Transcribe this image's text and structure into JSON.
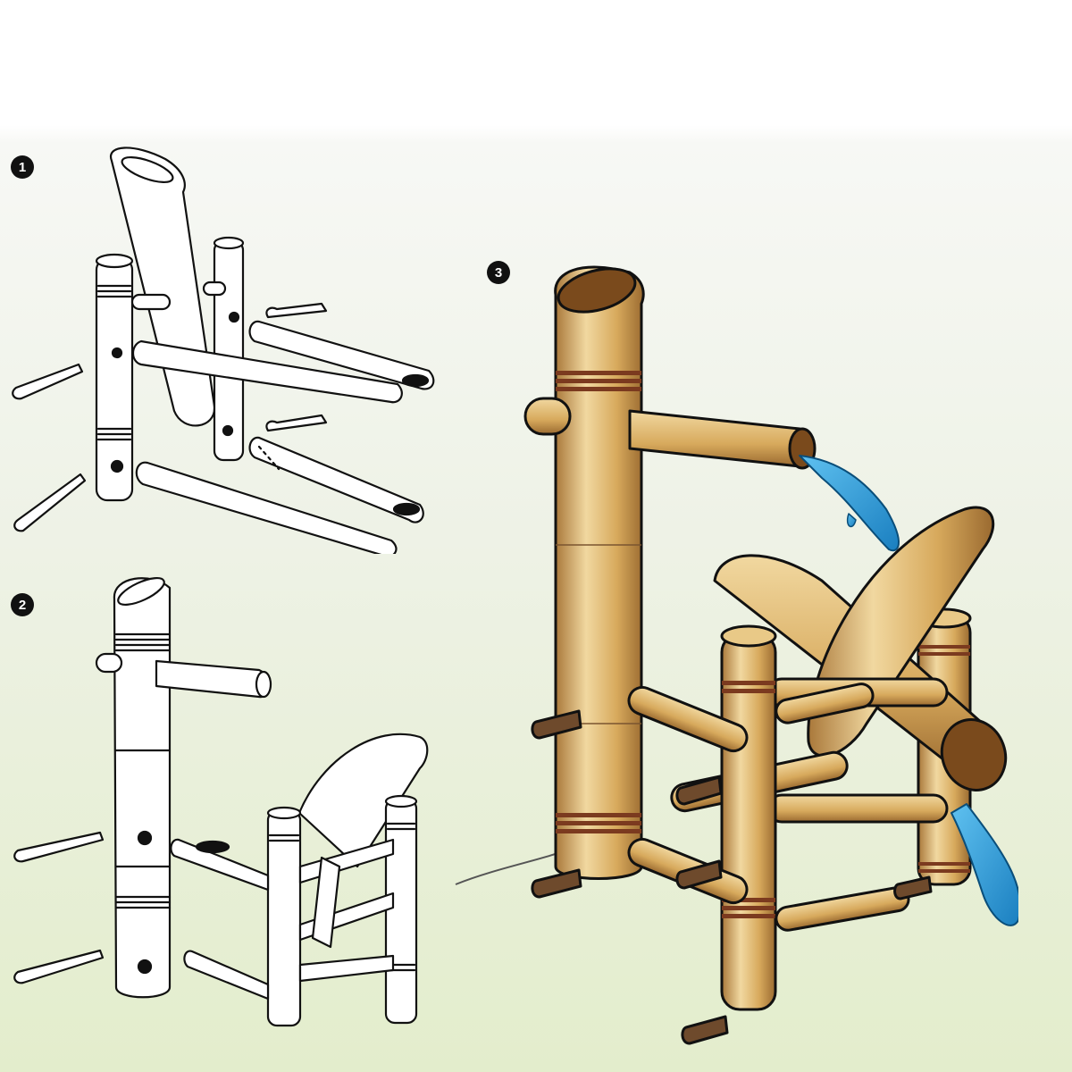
{
  "steps": [
    {
      "number": "1",
      "state": "exploded"
    },
    {
      "number": "2",
      "state": "partial"
    },
    {
      "number": "3",
      "state": "finished"
    }
  ],
  "colors": {
    "bamboo": "#d7a95c",
    "bamboo_light": "#f1d8a0",
    "bamboo_dark": "#a9783a",
    "binding": "#7b3a1f",
    "peg": "#6e4a2c",
    "water": "#2a9ad8",
    "outline": "#111111",
    "background_bottom": "#e3edcc"
  }
}
